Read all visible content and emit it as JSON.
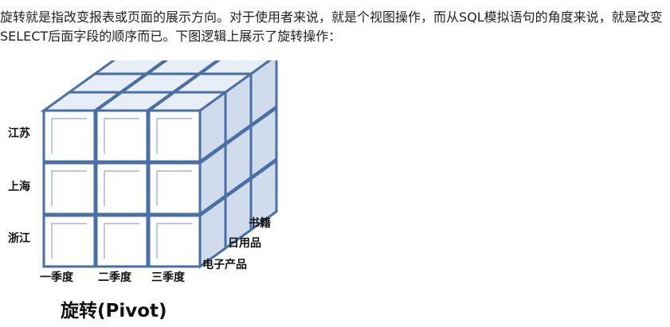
{
  "paragraph": {
    "text": "旋转就是指改变报表或页面的展示方向。对于使用者来说，就是个视图操作，而从SQL模拟语句的角度来说，就是改变SELECT后面字段的顺序而已。下图逻辑上展示了旋转操作："
  },
  "diagram": {
    "rows": [
      "江苏",
      "上海",
      "浙江"
    ],
    "columns": [
      "一季度",
      "二季度",
      "三季度"
    ],
    "depth": [
      "书籍",
      "日用品",
      "电子产品"
    ],
    "caption": "旋转(Pivot)",
    "colors": {
      "stroke": "#4a6fa5",
      "front": "#ffffff",
      "top": "#e8eef7",
      "side": "#d0dbeb"
    }
  }
}
